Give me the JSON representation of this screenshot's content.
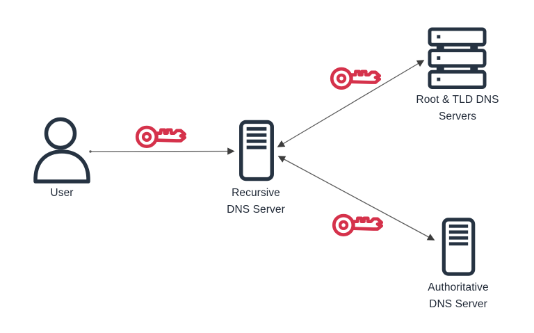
{
  "diagram_type": "dns-resolution-with-keys",
  "nodes": {
    "user": {
      "label": "User",
      "icon": "person-icon"
    },
    "recursive": {
      "label_line1": "Recursive",
      "label_line2": "DNS Server",
      "icon": "server-tower-icon"
    },
    "root_tld": {
      "label_line1": "Root & TLD DNS",
      "label_line2": "Servers",
      "icon": "server-rack-icon"
    },
    "authoritative": {
      "label_line1": "Authoritative",
      "label_line2": "DNS Server",
      "icon": "server-tower-icon"
    }
  },
  "edges": [
    {
      "from": "user",
      "to": "recursive",
      "direction": "single-arrow-to-recursive",
      "key_icon": "key-icon"
    },
    {
      "from": "recursive",
      "to": "root_tld",
      "direction": "double-arrow",
      "key_icon": "key-icon"
    },
    {
      "from": "recursive",
      "to": "authoritative",
      "direction": "double-arrow",
      "key_icon": "key-icon"
    }
  ],
  "colors": {
    "icon_outline": "#263342",
    "key_red": "#d5324b",
    "arrow": "#5c5c5c",
    "arrowhead": "#3d3d3d",
    "text": "#1d2634",
    "background": "#ffffff"
  }
}
